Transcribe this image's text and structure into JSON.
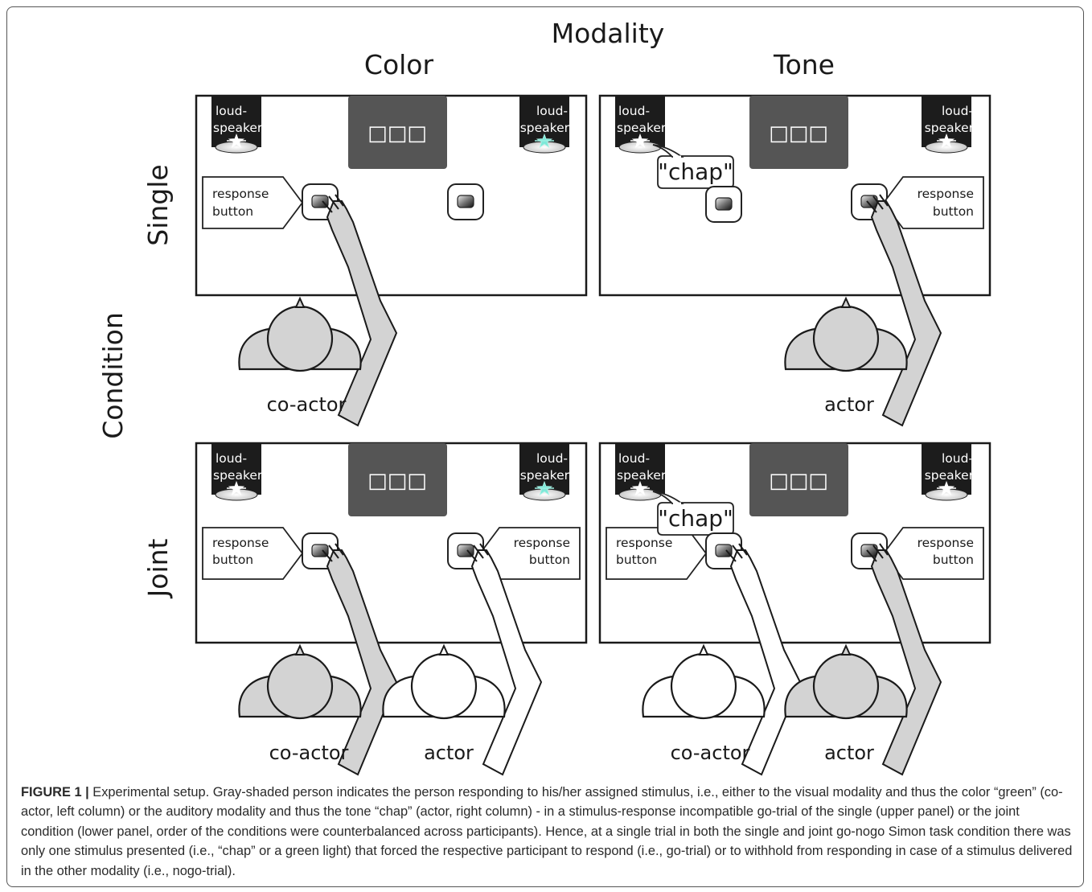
{
  "header": {
    "modality": "Modality",
    "col_left": "Color",
    "col_right": "Tone"
  },
  "rows": {
    "condition": "Condition",
    "single": "Single",
    "joint": "Joint"
  },
  "labels": {
    "loud": "loud-",
    "speaker": "speaker",
    "response": "response",
    "button": "button",
    "squares": "□□□",
    "chap": "\"chap\"",
    "co_actor": "co-actor",
    "actor": "actor"
  },
  "colors": {
    "person_active": "#d3d3d3",
    "screen": "#555555",
    "speaker": "#1c1c1c",
    "green_light": "#7ee8d8"
  },
  "caption": {
    "label": "FIGURE 1 |",
    "text": "Experimental setup. Gray-shaded person indicates the person responding to his/her assigned stimulus, i.e., either to the visual modality and thus the color “green” (co-actor, left column) or the auditory modality and thus the tone “chap” (actor, right column) - in a stimulus-response incompatible go-trial of the single (upper panel) or the joint condition (lower panel, order of the conditions were counterbalanced across participants). Hence, at a single trial in both the single and joint go-nogo Simon task condition there was only one stimulus presented (i.e., “chap” or a green light) that forced the respective participant to respond (i.e., go-trial) or to withhold from responding in case of a stimulus delivered in the other modality (i.e., nogo-trial)."
  }
}
